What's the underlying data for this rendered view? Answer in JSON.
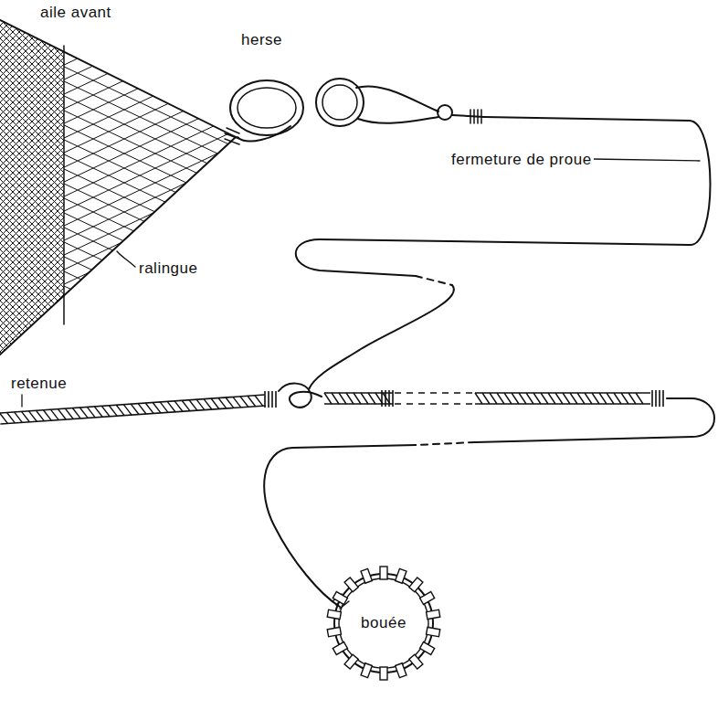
{
  "diagram": {
    "nodes": [
      {
        "text": [
          "bouée"
        ]
      }
    ],
    "labels": [
      "aile avant",
      "herse",
      "fermeture de proue",
      "ralingue",
      "retenue"
    ]
  }
}
